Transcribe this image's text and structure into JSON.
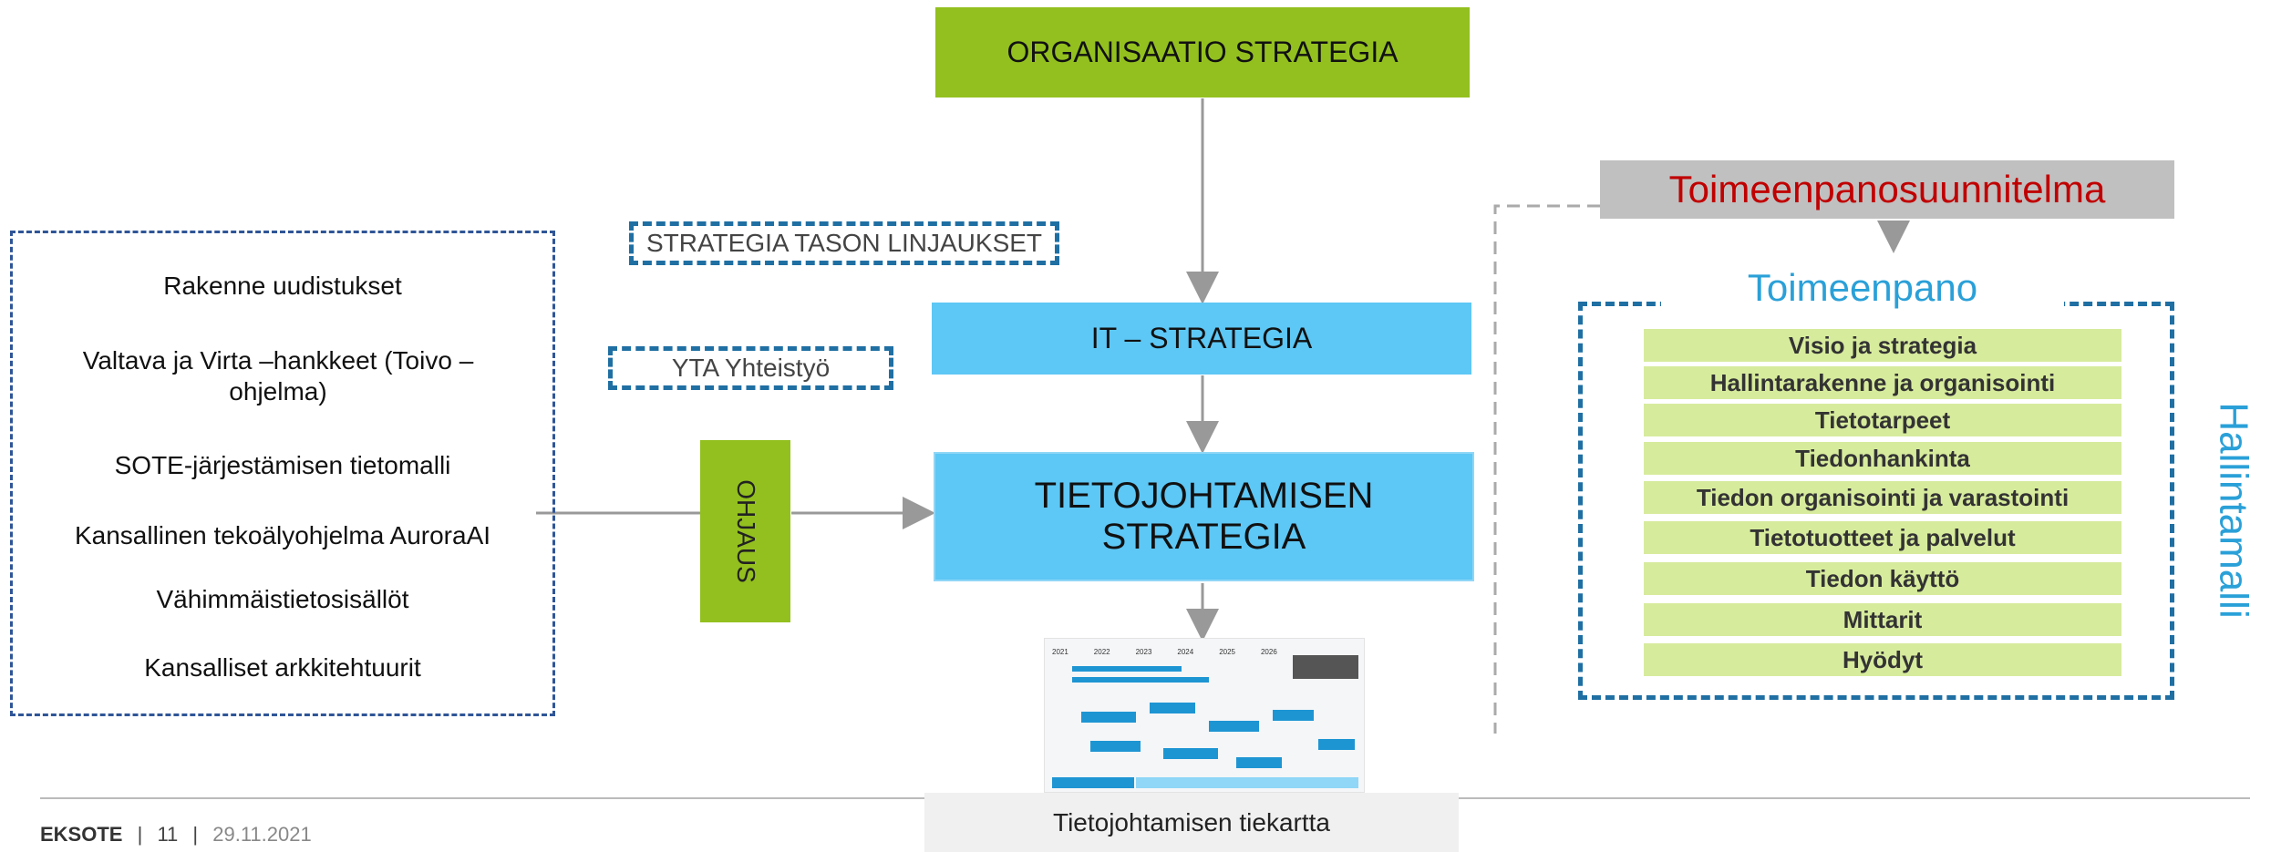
{
  "top_box": "ORGANISAATIO STRATEGIA",
  "it_strategy": "IT – STRATEGIA",
  "tj_strategy": "TIETOJOHTAMISEN STRATEGIA",
  "strategy_linjaukset": "STRATEGIA TASON LINJAUKSET",
  "yta": "YTA Yhteistyö",
  "ohjaus": "OHJAUS",
  "left_items": [
    "Rakenne uudistukset",
    "Valtava ja Virta –hankkeet (Toivo –ohjelma)",
    "SOTE-järjestämisen tietomalli",
    "Kansallinen tekoälyohjelma AuroraAI",
    "Vähimmäistietosisällöt",
    "Kansalliset arkkitehtuurit"
  ],
  "toimeenpanosuunnitelma": "Toimeenpanosuunnitelma",
  "toimeenpano": "Toimeenpano",
  "hallintamalli": "Hallintamalli",
  "hallinta_items": [
    "Visio ja strategia",
    "Hallintarakenne ja organisointi",
    "Tietotarpeet",
    "Tiedonhankinta",
    "Tiedon organisointi ja varastointi",
    "Tietotuotteet ja palvelut",
    "Tiedon käyttö",
    "Mittarit",
    "Hyödyt"
  ],
  "roadmap_caption": "Tietojohtamisen tiekartta",
  "roadmap_years": [
    "2021",
    "2022",
    "2023",
    "2024",
    "2025",
    "2026"
  ],
  "footer": {
    "org": "EKSOTE",
    "page": "11",
    "date": "29.11.2021",
    "sep": "|"
  },
  "colors": {
    "green": "#93c01f",
    "blue": "#5dc7f5",
    "dash_blue": "#1f6fa3",
    "red": "#c00000",
    "light_green": "#d7eb9d",
    "toimeenpano_blue": "#2aa0d8"
  }
}
